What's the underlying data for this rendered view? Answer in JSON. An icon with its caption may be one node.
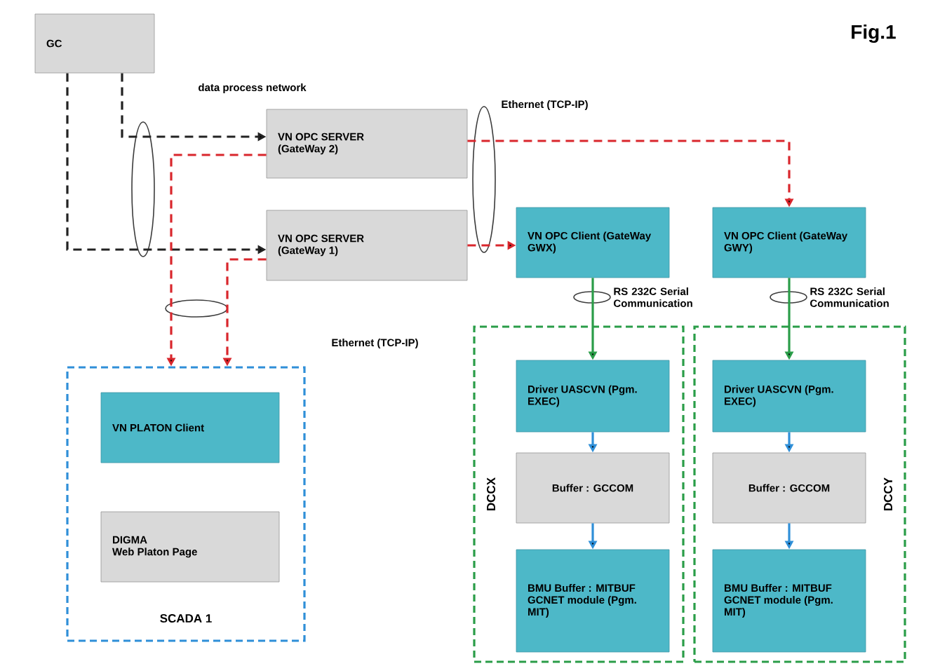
{
  "diagram": {
    "nodes": [
      {
        "text": [
          "GC"
        ]
      },
      {
        "text": [
          "VN OPC SERVER",
          "(GateWay 2)"
        ]
      },
      {
        "text": [
          "VN OPC SERVER",
          "(GateWay 1)"
        ]
      },
      {
        "text": [
          "VN OPC Client (GateWay GWX)"
        ]
      },
      {
        "text": [
          "VN OPC Client (GateWay GWY)"
        ]
      },
      {
        "text": [
          "SCADA 1"
        ]
      },
      {
        "text": [
          "VN PLATON Client"
        ],
        "in": 5
      },
      {
        "text": [
          "DIGMA",
          "Web Platon Page"
        ],
        "in": 5
      },
      {
        "text": [
          "DCCX"
        ]
      },
      {
        "text": [
          "Driver UASCVN (Pgm. EXEC)"
        ],
        "in": 8
      },
      {
        "text": [
          "Buffer : GCCOM"
        ],
        "in": 8
      },
      {
        "text": [
          "BMU Buffer : MITBUF GCNET module (Pgm. MIT)"
        ],
        "in": 8
      },
      {
        "text": [
          "DCCY"
        ]
      },
      {
        "text": [
          "Driver UASCVN (Pgm. EXEC)"
        ],
        "in": 12
      },
      {
        "text": [
          "Buffer : GCCOM"
        ],
        "in": 12
      },
      {
        "text": [
          "BMU Buffer : MITBUF GCNET module (Pgm. MIT)"
        ],
        "in": 12
      }
    ],
    "edges": [
      {
        "from": 0,
        "to": 1,
        "arrow": "to",
        "style": "dashed",
        "color": "#222222"
      },
      {
        "from": 0,
        "to": 2,
        "arrow": "to",
        "style": "dashed",
        "color": "#222222"
      },
      {
        "from": 1,
        "to": 5,
        "arrow": "to",
        "style": "dashed",
        "color": "#d9262c"
      },
      {
        "from": 2,
        "to": 5,
        "arrow": "to",
        "style": "dashed",
        "color": "#d9262c"
      },
      {
        "from": 2,
        "to": 3,
        "arrow": "to",
        "style": "dashed",
        "color": "#d9262c"
      },
      {
        "from": 1,
        "to": 4,
        "arrow": "to",
        "style": "dashed",
        "color": "#d9262c"
      },
      {
        "from": 3,
        "to": 9,
        "arrow": "to",
        "color": "#2a9d48"
      },
      {
        "from": 9,
        "to": 10,
        "arrow": "to",
        "color": "#2f8fd8"
      },
      {
        "from": 10,
        "to": 11,
        "arrow": "to",
        "color": "#2f8fd8"
      },
      {
        "from": 4,
        "to": 13,
        "arrow": "to",
        "color": "#2a9d48"
      },
      {
        "from": 13,
        "to": 14,
        "arrow": "to",
        "color": "#2f8fd8"
      },
      {
        "from": 14,
        "to": 15,
        "arrow": "to",
        "color": "#2f8fd8"
      }
    ],
    "labels": [
      "Fig.1",
      "data process network",
      "Ethernet (TCP-IP)",
      "Ethernet (TCP-IP)",
      "RS 232C Serial Communication",
      "RS 232C Serial Communication"
    ]
  }
}
